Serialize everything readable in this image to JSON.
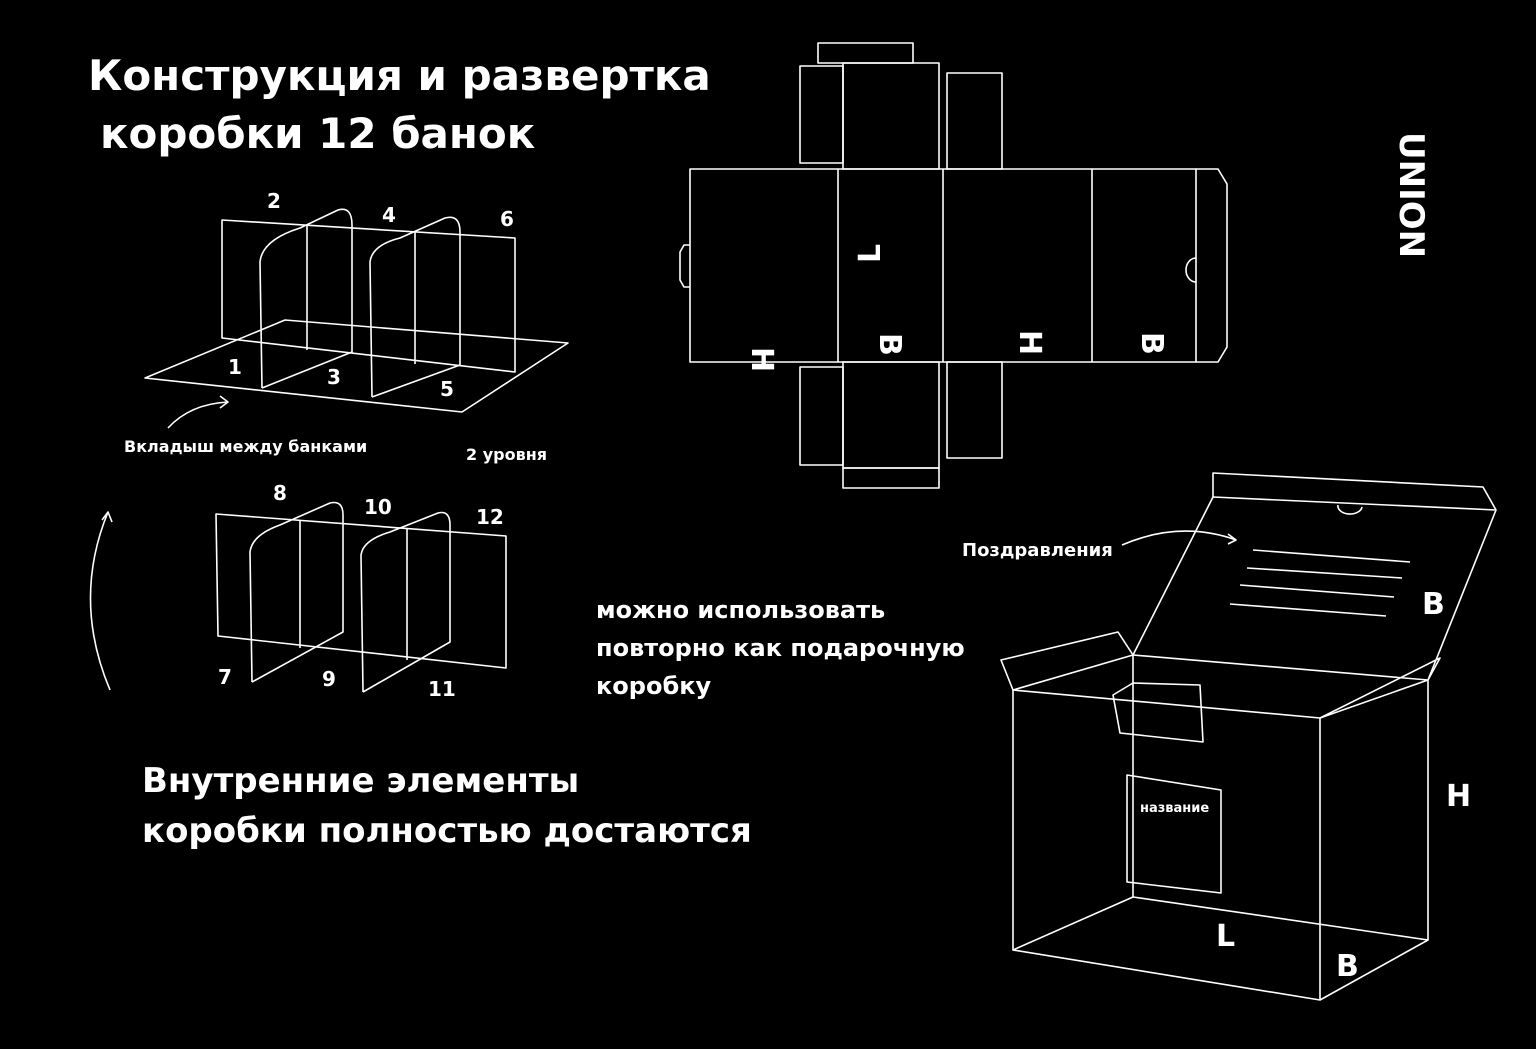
{
  "title": {
    "line1": "Конструкция и развертка",
    "line2": "коробки  12 банок"
  },
  "logo": "UNION",
  "net_labels": {
    "h1": "H",
    "b1": "В",
    "l": "L",
    "h2": "H",
    "b2": "В"
  },
  "inserts": {
    "level1_numbers": [
      "1",
      "2",
      "3",
      "4",
      "5",
      "6"
    ],
    "level2_numbers": [
      "7",
      "8",
      "9",
      "10",
      "11",
      "12"
    ],
    "insert_caption": "Вкладыш между банками",
    "levels_caption": "2 уровня"
  },
  "reuse_note": [
    "можно использовать",
    "повторно как подарочную",
    "коробку"
  ],
  "inner_note": [
    "Внутренние элементы",
    "коробки полностью достаются"
  ],
  "box": {
    "greeting": "Поздравления",
    "name_label": "название",
    "b_lid": "В",
    "h": "H",
    "l": "L",
    "b": "В"
  },
  "colors": {
    "background": "#000000",
    "line": "#ffffff"
  }
}
